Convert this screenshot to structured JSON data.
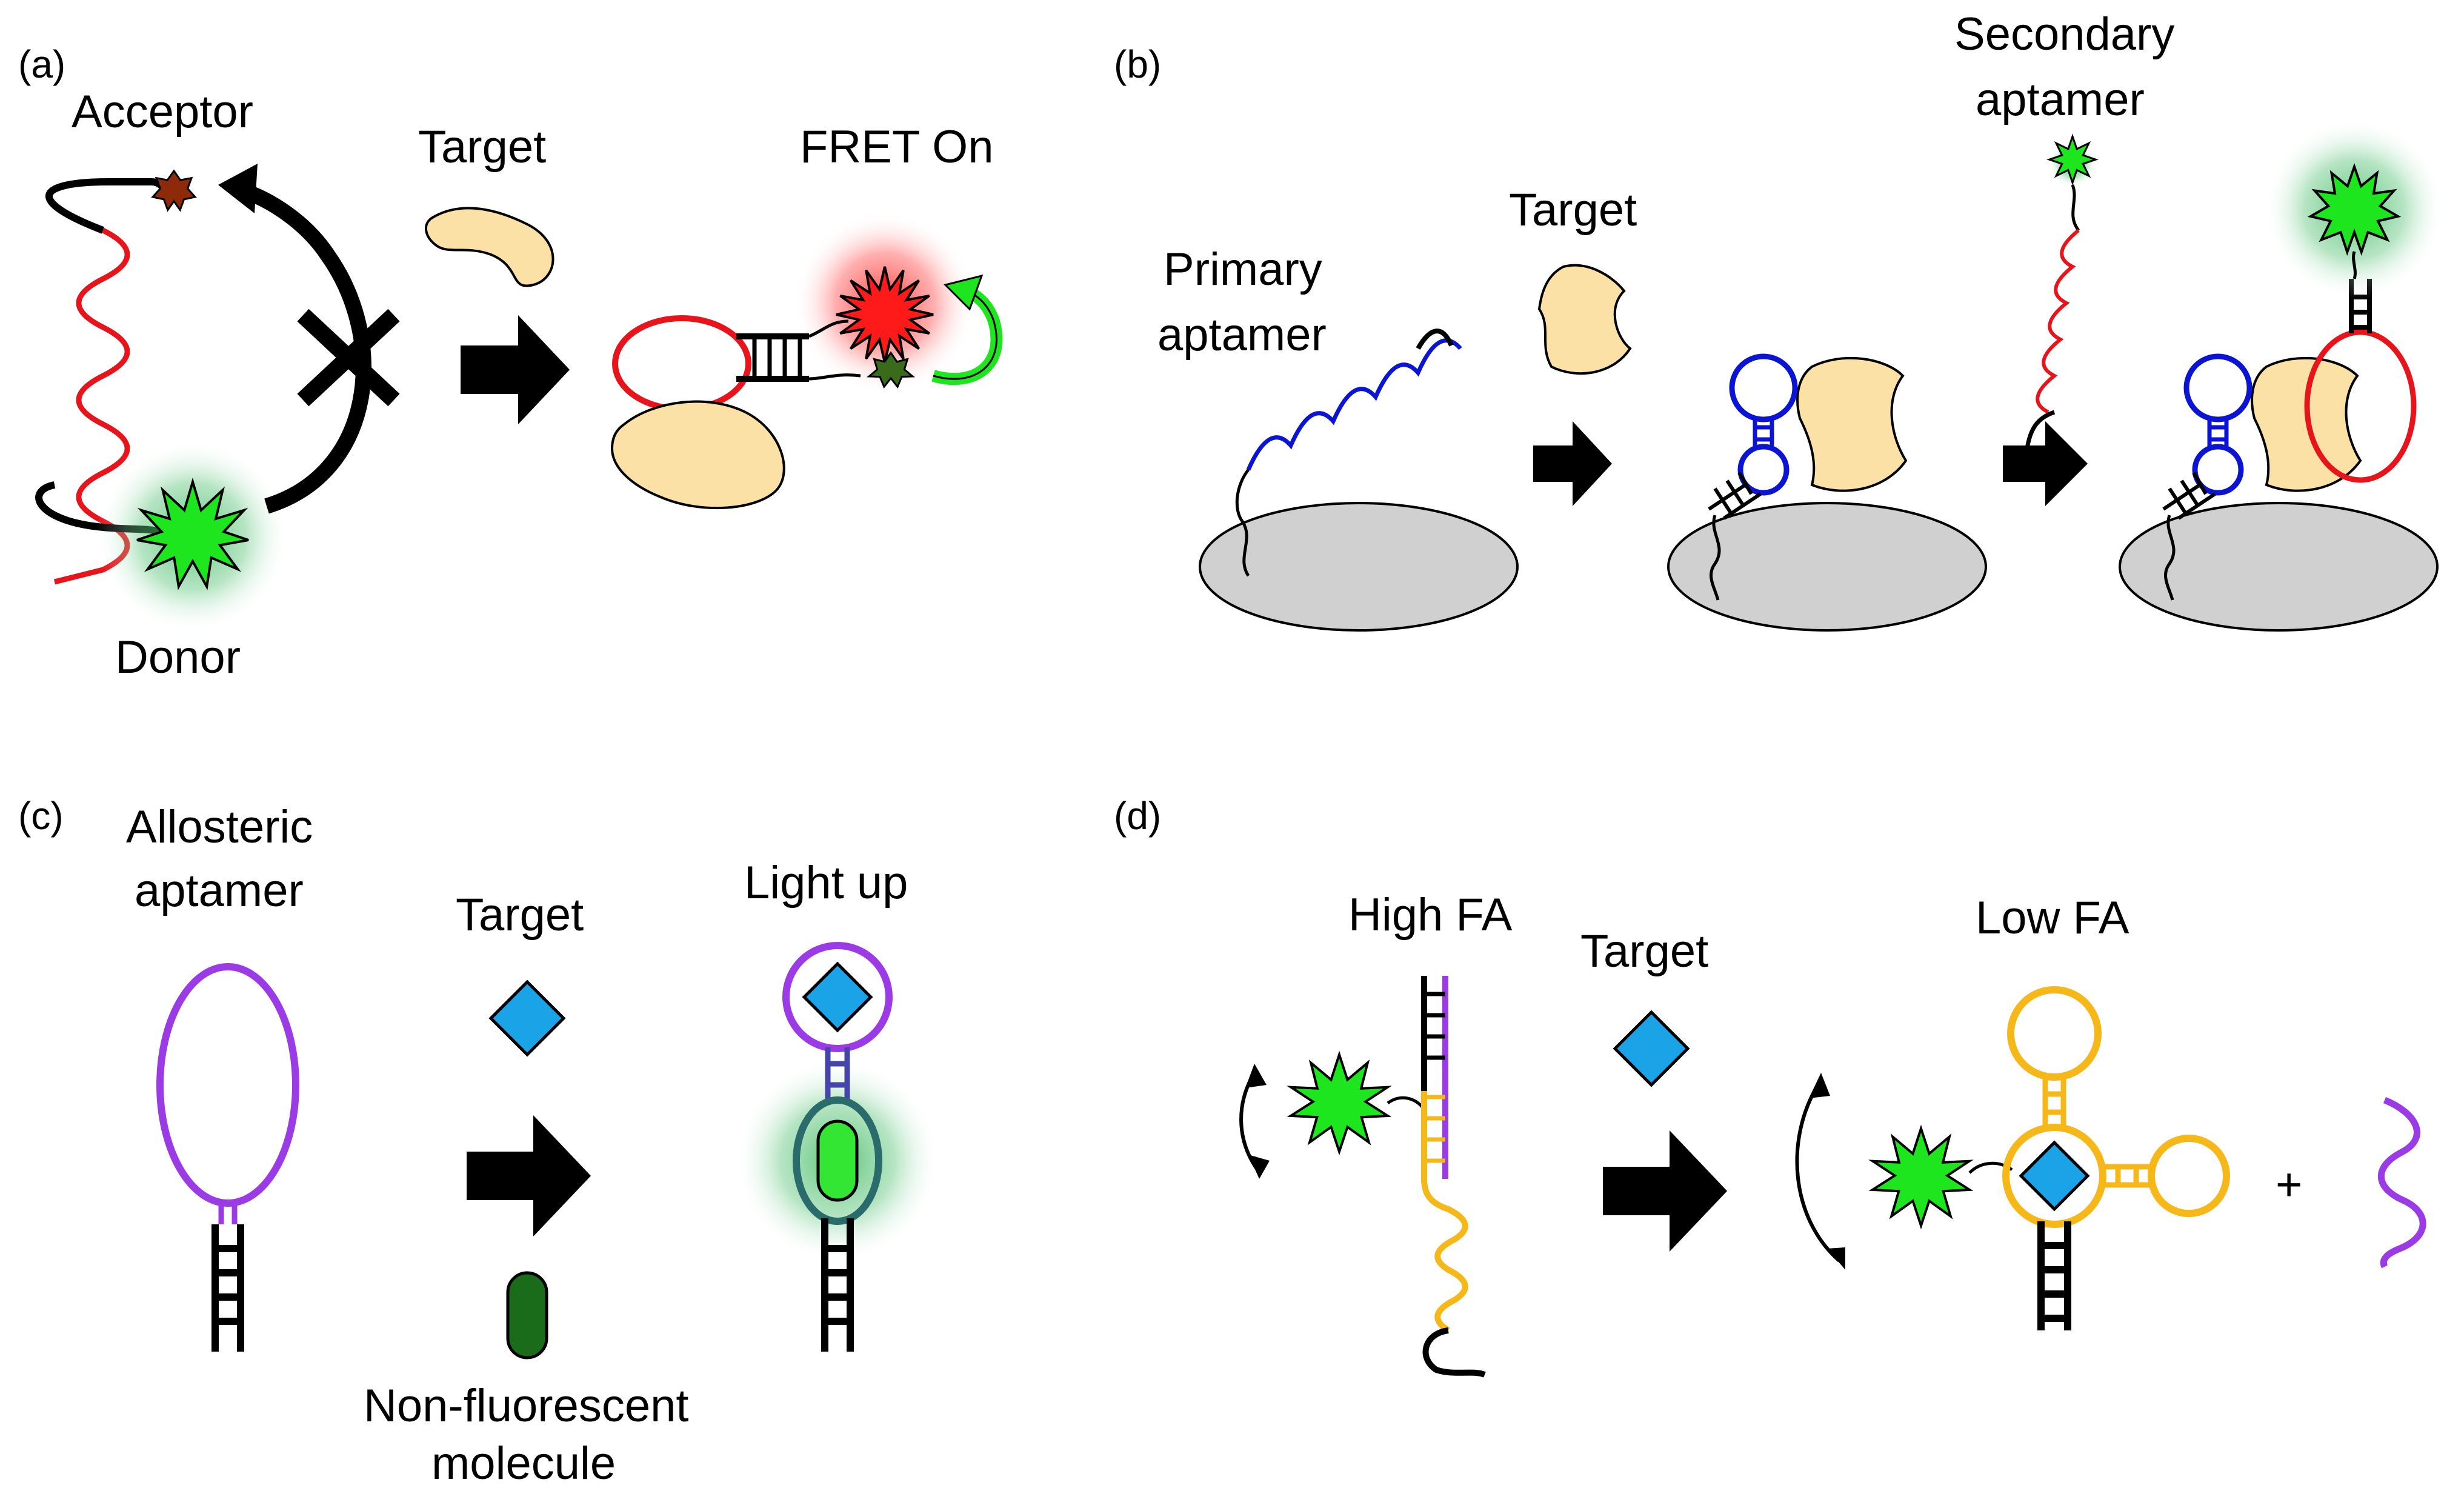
{
  "panels": {
    "a": {
      "label": "(a)",
      "acceptor": "Acceptor",
      "donor": "Donor",
      "target": "Target",
      "result": "FRET On"
    },
    "b": {
      "label": "(b)",
      "primary_line1": "Primary",
      "primary_line2": "aptamer",
      "target": "Target",
      "secondary_line1": "Secondary",
      "secondary_line2": "aptamer"
    },
    "c": {
      "label": "(c)",
      "allosteric_line1": "Allosteric",
      "allosteric_line2": "aptamer",
      "target": "Target",
      "result": "Light up",
      "molecule_line1": "Non-fluorescent",
      "molecule_line2": "molecule"
    },
    "d": {
      "label": "(d)",
      "high": "High FA",
      "target": "Target",
      "low": "Low FA",
      "plus": "+"
    }
  },
  "colors": {
    "strand_black": "#000000",
    "strand_red": "#e8141c",
    "strand_blue": "#0a14d2",
    "strand_purple": "#9b3be6",
    "strand_yellow": "#f5b818",
    "donor_green": "#1ee61e",
    "acceptor_brown": "#8c2a0a",
    "acceptor_red": "#ff1a1a",
    "target_tan": "#fbe1a6",
    "surface_gray": "#d0d0d0",
    "diamond_blue": "#1aa3e6",
    "molecule_dark": "#1a6b1a",
    "molecule_light": "#33e633"
  }
}
